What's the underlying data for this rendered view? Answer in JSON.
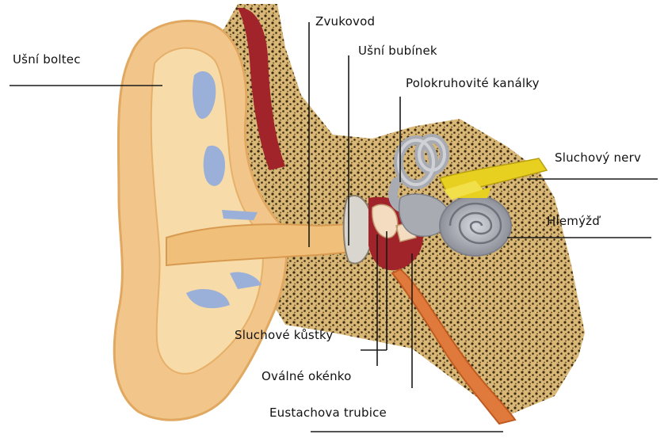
{
  "labels": {
    "ear_pinna": "Ušní boltec",
    "ear_canal": "Zvukovod",
    "eardrum": "Ušní bubínek",
    "semicircular_canals": "Polokruhovité kanálky",
    "auditory_nerve": "Sluchový nerv",
    "cochlea": "Hlemýžď",
    "ossicles": "Sluchové kůstky",
    "oval_window": "Oválné okénko",
    "eustachian_tube": "Eustachova trubice"
  },
  "colors": {
    "skin": "#f2c68a",
    "skin_light": "#f7dba8",
    "skin_outline": "#e0a860",
    "cartilage_blue": "#9ab0d8",
    "bone_tan": "#d8b070",
    "bone_dots": "#3a2a10",
    "canal_red": "#a0242a",
    "tube_orange": "#e07a3c",
    "inner_ear_gray": "#a9abb3",
    "nerve_yellow": "#e8d020",
    "line": "#1a1a1a"
  },
  "icons": [
    "ear-anatomy-illustration"
  ]
}
